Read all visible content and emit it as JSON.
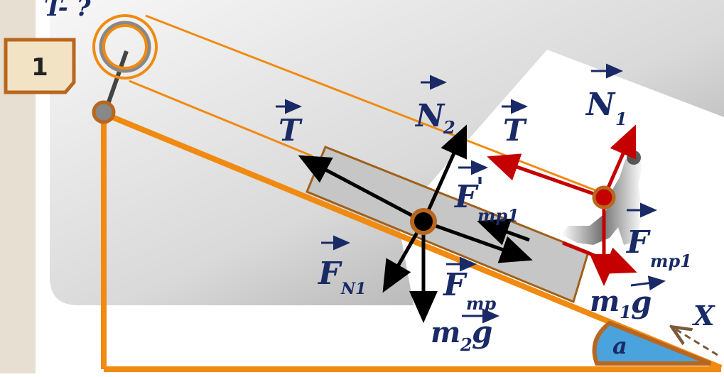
{
  "slide": {
    "page_number": "1",
    "question": "T- ?"
  },
  "labels": {
    "T_left": "T",
    "T_right": "T",
    "N2": "N",
    "N2_sub": "2",
    "N1": "N",
    "N1_sub": "1",
    "F_prime_tr1": "F",
    "F_prime_mark": "'",
    "F_prime_sub": "тр1",
    "F_tr1": "F",
    "F_tr1_sub": "тр1",
    "F_N1": "F",
    "F_N1_sub": "N1",
    "F_tr": "F",
    "F_tr_sub": "тр",
    "m2g_m": "m",
    "m2g_sub": "2",
    "m2g_g": "g",
    "m1g_m": "m",
    "m1g_sub": "1",
    "m1g_g": "g",
    "axis_x": "X",
    "angle": "a"
  },
  "colors": {
    "frame": "#f08a10",
    "board_fill": "#c6c6c6",
    "board_stroke": "#a0601a",
    "black_force": "#000000",
    "red_force": "#c40000",
    "label_color": "#1a2a66",
    "angle_fill": "#4aa3dc",
    "badge_fill": "#f2e3c4",
    "badge_stroke": "#b9661e"
  }
}
